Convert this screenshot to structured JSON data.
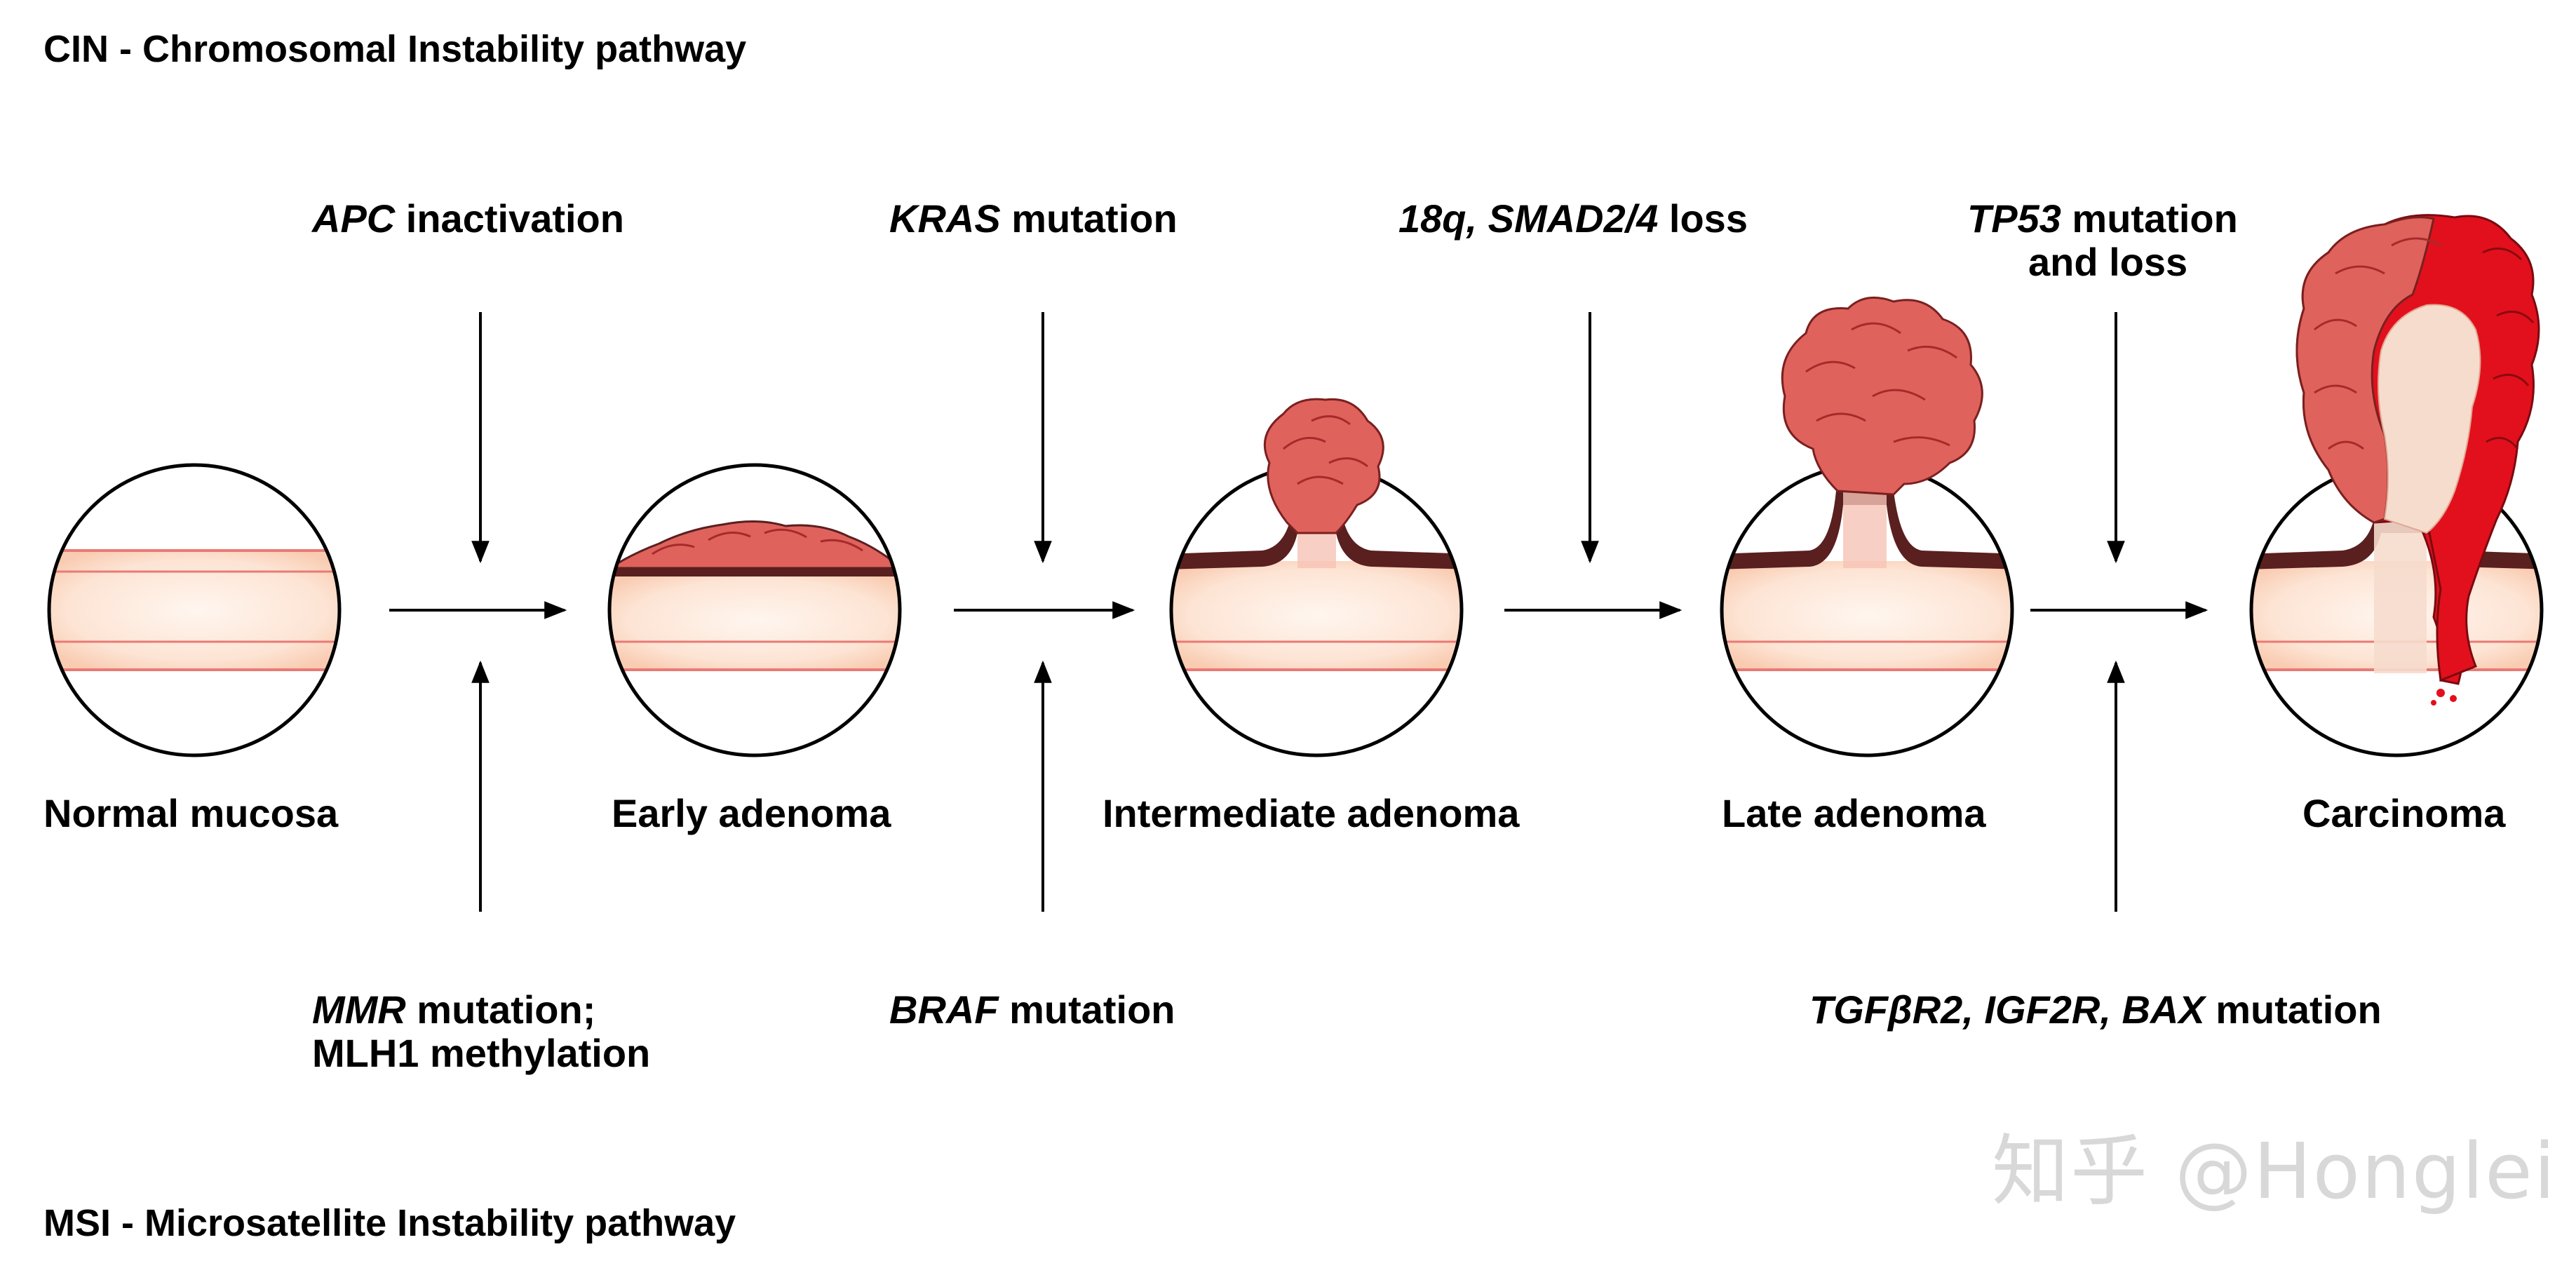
{
  "pathways": {
    "cin": "CIN - Chromosomal Instability pathway",
    "msi": "MSI - Microsatellite Instability pathway"
  },
  "stages": [
    {
      "label": "Normal mucosa"
    },
    {
      "label": "Early adenoma"
    },
    {
      "label": "Intermediate adenoma"
    },
    {
      "label": "Late adenoma"
    },
    {
      "label": "Carcinoma"
    }
  ],
  "cin_events": [
    {
      "gene": "APC",
      "text": " inactivation"
    },
    {
      "gene": "KRAS",
      "text": " mutation"
    },
    {
      "gene": "18q, SMAD2/4",
      "text": " loss"
    },
    {
      "gene": "TP53",
      "text": " mutation",
      "line2": "and loss"
    }
  ],
  "msi_events": [
    {
      "gene": "MMR",
      "text": " mutation;",
      "line2": "MLH1 methylation"
    },
    {
      "gene": "BRAF",
      "text": " mutation"
    },
    {
      "gene": "TGFβR2, IGF2R, BAX",
      "text": " mutation"
    }
  ],
  "watermark": "知乎 @Honglei",
  "colors": {
    "tissue": "#fde4d4",
    "tissue_line": "#e97a76",
    "muscle": "#5a1f1f",
    "adenoma": "#e0625c",
    "carcinoma": "#e2101c"
  }
}
